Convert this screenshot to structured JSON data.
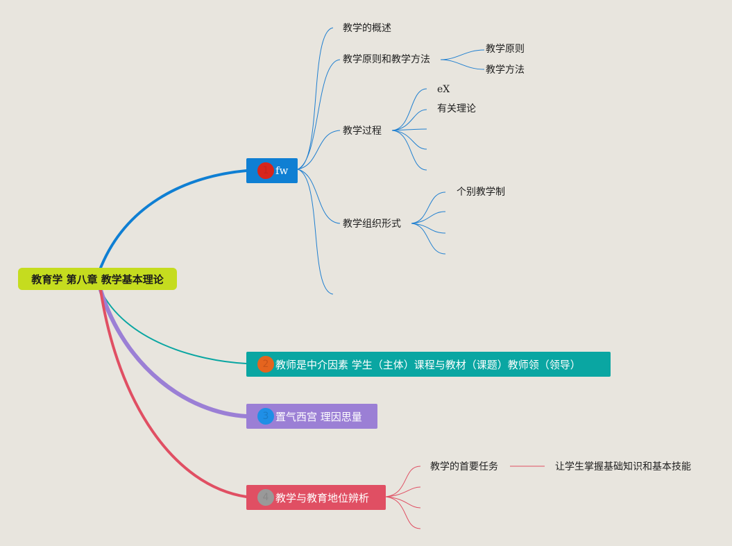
{
  "root": {
    "label": "教育学 第八章 教学基本理论",
    "color": "#c5dc1f"
  },
  "branches": [
    {
      "number": "1",
      "label": "fw",
      "color": "#0f7fd3",
      "badge_color": "#d7251b",
      "children": [
        {
          "label": "教学的概述"
        },
        {
          "label": "教学原则和教学方法",
          "children": [
            "教学原则",
            "教学方法"
          ]
        },
        {
          "label": "教学过程",
          "children": [
            "eX",
            "有关理论",
            "",
            "",
            ""
          ]
        },
        {
          "label": "教学组织形式",
          "children": [
            "个别教学制",
            "",
            "",
            ""
          ]
        },
        {
          "label": ""
        }
      ]
    },
    {
      "number": "2",
      "label": "教师是中介因素 学生（主体）课程与教材（课题）教师领（领导）",
      "color": "#0aa6a2",
      "badge_color": "#e5641e"
    },
    {
      "number": "3",
      "label": "置气西宫 理因思量",
      "color": "#9b7fd5",
      "badge_color": "#1f8fe6"
    },
    {
      "number": "4",
      "label": "教学与教育地位辨析",
      "color": "#e04f63",
      "badge_color": "#999999",
      "children": [
        {
          "label": "教学的首要任务",
          "children": [
            "让学生掌握基础知识和基本技能"
          ]
        },
        {
          "label": ""
        },
        {
          "label": ""
        },
        {
          "label": ""
        }
      ]
    }
  ]
}
